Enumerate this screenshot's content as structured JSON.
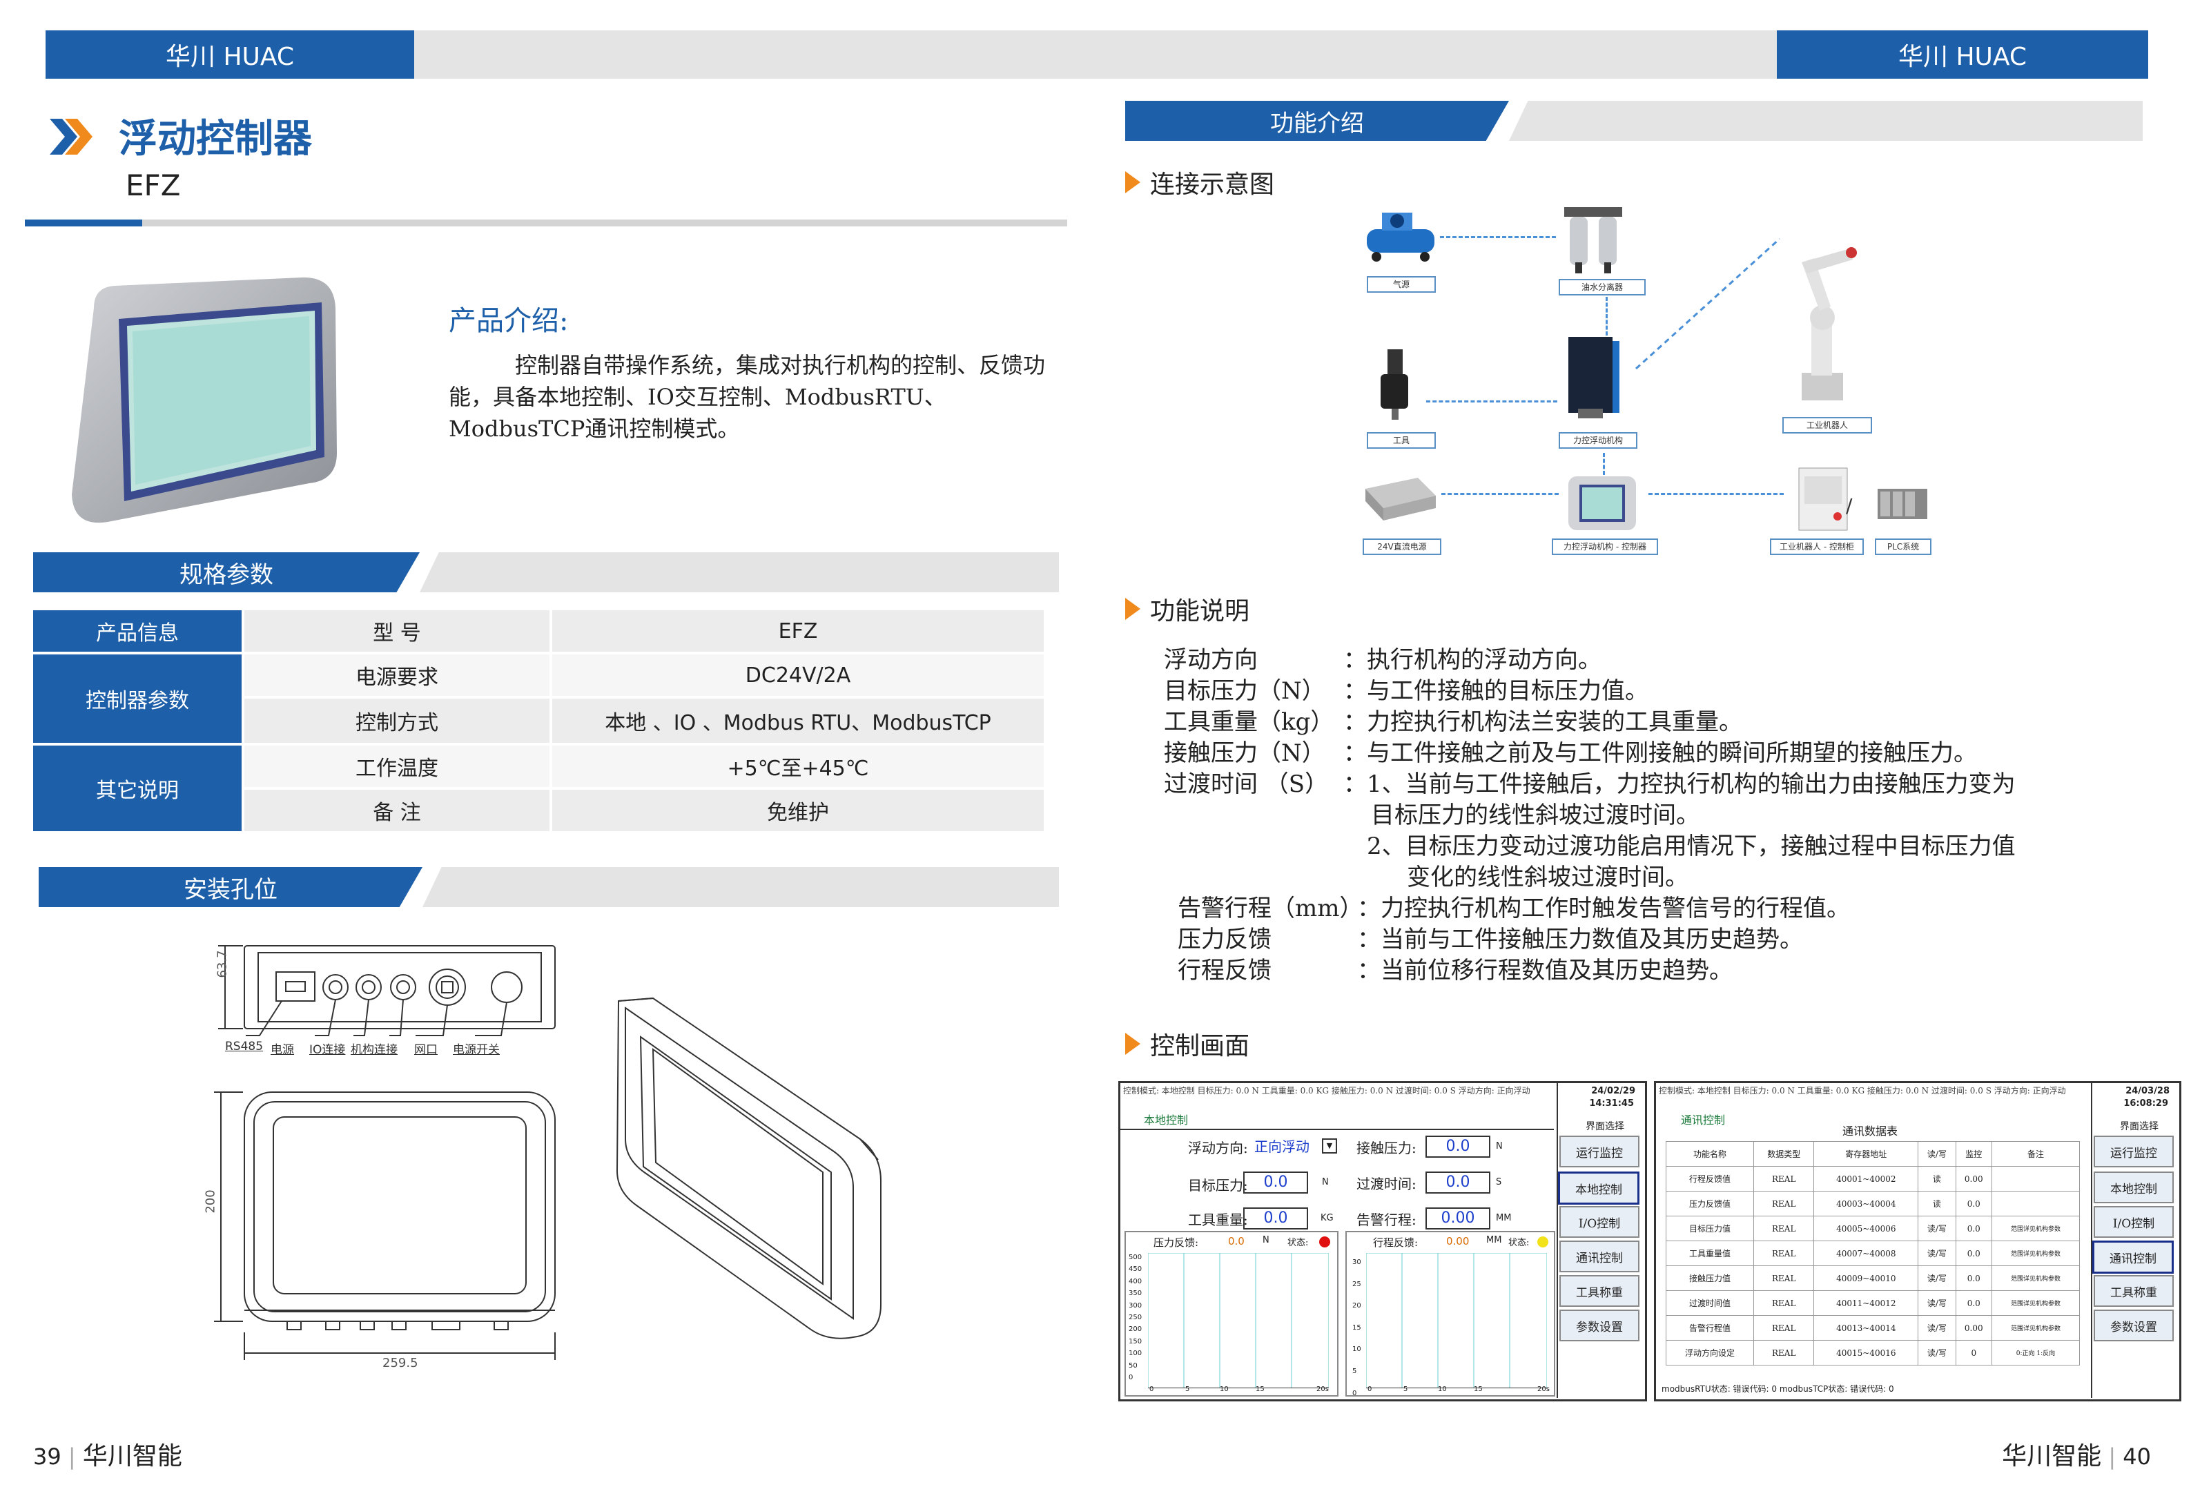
{
  "brand_left": "华川 HUAC",
  "brand_right": "华川 HUAC",
  "product": {
    "title": "浮动控制器",
    "model": "EFZ"
  },
  "intro": {
    "heading": "产品介绍:",
    "body": "控制器自带操作系统，集成对执行机构的控制、反馈功能，具备本地控制、IO交互控制、ModbusRTU、ModbusTCP通讯控制模式。"
  },
  "spec": {
    "heading": "规格参数",
    "cat1": "产品信息",
    "cat2": "控制器参数",
    "cat3": "其它说明",
    "rows": [
      {
        "k": "型 号",
        "v": "EFZ"
      },
      {
        "k": "电源要求",
        "v": "DC24V/2A"
      },
      {
        "k": "控制方式",
        "v": "本地 、IO 、Modbus RTU、ModbusTCP"
      },
      {
        "k": "工作温度",
        "v": "+5℃至+45℃"
      },
      {
        "k": "备 注",
        "v": "免维护"
      }
    ]
  },
  "install": {
    "heading": "安装孔位",
    "dim_h1": "63.7",
    "dim_h2": "200",
    "dim_w": "259.5",
    "labels": [
      "RS485",
      "电源",
      "IO连接",
      "机构连接",
      "网口",
      "电源开关"
    ]
  },
  "func": {
    "heading": "功能介绍",
    "conn_title": "连接示意图",
    "nodes": [
      "气源",
      "油水分离器",
      "工具",
      "力控浮动机构",
      "工业机器人",
      "24V直流电源",
      "力控浮动机构 - 控制器",
      "工业机器人 - 控制柜",
      "PLC系统"
    ],
    "slash": "/",
    "desc_title": "功能说明",
    "items": [
      {
        "k": "浮动方向",
        "v": "执行机构的浮动方向。"
      },
      {
        "k": "目标压力（N）",
        "v": "与工件接触的目标压力值。"
      },
      {
        "k": "工具重量（kg）",
        "v": "力控执行机构法兰安装的工具重量。"
      },
      {
        "k": "接触压力（N）",
        "v": "与工件接触之前及与工件刚接触的瞬间所期望的接触压力。"
      },
      {
        "k": "过渡时间 （S）",
        "v": "1、当前与工件接触后，力控执行机构的输出力由接触压力变为"
      },
      {
        "k": "",
        "v": "目标压力的线性斜坡过渡时间。"
      },
      {
        "k": "",
        "v": "2、目标压力变动过渡功能启用情况下，接触过程中目标压力值"
      },
      {
        "k": "",
        "v": "变化的线性斜坡过渡时间。"
      },
      {
        "k": "告警行程（mm）",
        "v": "力控执行机构工作时触发告警信号的行程值。"
      },
      {
        "k": "压力反馈",
        "v": "当前与工件接触压力数值及其历史趋势。"
      },
      {
        "k": "行程反馈",
        "v": "当前位移行程数值及其历史趋势。"
      }
    ],
    "colon": "：",
    "ctrl_title": "控制画面"
  },
  "hmi1": {
    "top": "控制模式: 本地控制  目标压力: 0.0 N  工具重量: 0.0 KG  接触压力: 0.0 N  过渡时间: 0.0 S  浮动方向: 正向浮动",
    "date": "24/02/29",
    "time": "14:31:45",
    "mode": "本地控制",
    "menu": "界面选择",
    "f_dir": "浮动方向:",
    "f_dir_v": "正向浮动",
    "f_tp": "目标压力:",
    "f_tp_v": "0.0",
    "f_tw": "工具重量:",
    "f_tw_v": "0.0",
    "f_cp": "接触压力:",
    "f_cp_v": "0.0",
    "f_tt": "过渡时间:",
    "f_tt_v": "0.0",
    "f_ar": "告警行程:",
    "f_ar_v": "0.00",
    "u_n": "N",
    "u_kg": "KG",
    "u_s": "S",
    "u_mm": "MM",
    "pf": "压力反馈:",
    "pf_v": "0.0",
    "sf": "行程反馈:",
    "sf_v": "0.00",
    "st": "状态:",
    "yticks1": [
      "500",
      "450",
      "400",
      "350",
      "300",
      "250",
      "200",
      "150",
      "100",
      "50",
      "0"
    ],
    "yticks2": [
      "30",
      "25",
      "20",
      "15",
      "10",
      "5",
      "0"
    ],
    "xticks": [
      "0",
      "5",
      "10",
      "15",
      "20s"
    ]
  },
  "buttons": [
    "运行监控",
    "本地控制",
    "I/O控制",
    "通讯控制",
    "工具称重",
    "参数设置"
  ],
  "hmi2": {
    "top": "控制模式: 本地控制  目标压力: 0.0 N  工具重量: 0.0 KG  接触压力: 0.0 N  过渡时间: 0.0 S  浮动方向: 正向浮动",
    "date": "24/03/28",
    "time": "16:08:29",
    "mode": "通讯控制",
    "table_title": "通讯数据表",
    "menu": "界面选择",
    "headers": [
      "功能名称",
      "数据类型",
      "寄存器地址",
      "读/写",
      "监控",
      "备注"
    ],
    "rows": [
      [
        "行程反馈值",
        "REAL",
        "40001~40002",
        "读",
        "0.00",
        ""
      ],
      [
        "压力反馈值",
        "REAL",
        "40003~40004",
        "读",
        "0.0",
        ""
      ],
      [
        "目标压力值",
        "REAL",
        "40005~40006",
        "读/写",
        "0.0",
        "范围详见机构参数"
      ],
      [
        "工具重量值",
        "REAL",
        "40007~40008",
        "读/写",
        "0.0",
        "范围详见机构参数"
      ],
      [
        "接触压力值",
        "REAL",
        "40009~40010",
        "读/写",
        "0.0",
        "范围详见机构参数"
      ],
      [
        "过渡时间值",
        "REAL",
        "40011~40012",
        "读/写",
        "0.0",
        "范围详见机构参数"
      ],
      [
        "告警行程值",
        "REAL",
        "40013~40014",
        "读/写",
        "0.00",
        "范围详见机构参数"
      ],
      [
        "浮动方向设定",
        "REAL",
        "40015~40016",
        "读/写",
        "0",
        "0:正向 1:反向"
      ]
    ],
    "footer": "modbusRTU状态:    错误代码:   0      modbusTCP状态:    错误代码:   0"
  },
  "page_left": "39",
  "page_right": "40",
  "company": "华川智能",
  "sep": "|"
}
